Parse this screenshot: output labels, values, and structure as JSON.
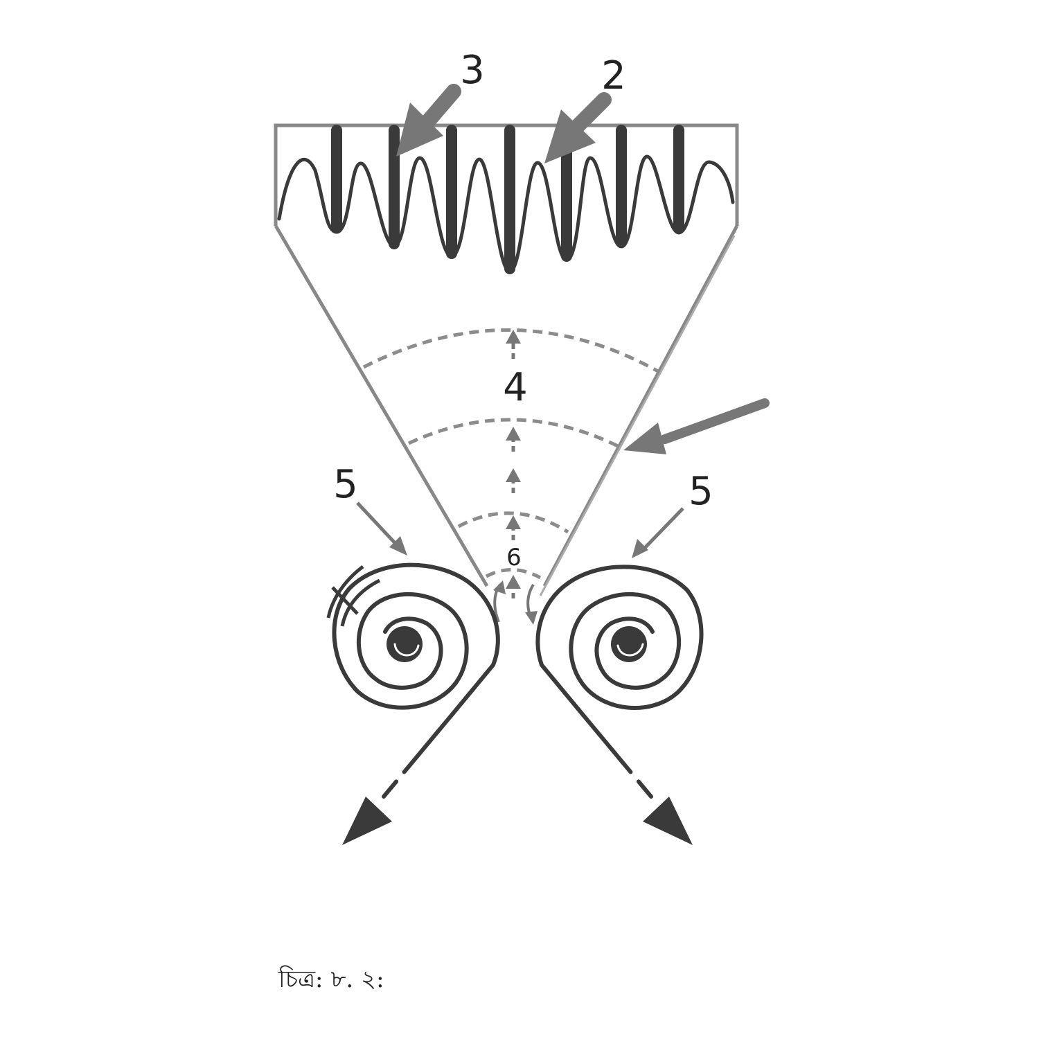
{
  "labels": {
    "label_2": "2",
    "label_3": "3",
    "label_4": "4",
    "label_5_left": "5",
    "label_5_right": "5",
    "label_6": "6"
  },
  "caption": "চিত্র: ৮. ২:",
  "colors": {
    "dark": "#3a3a3a",
    "mid": "#777777",
    "light": "#8c8c8c",
    "frame": "#888888"
  }
}
